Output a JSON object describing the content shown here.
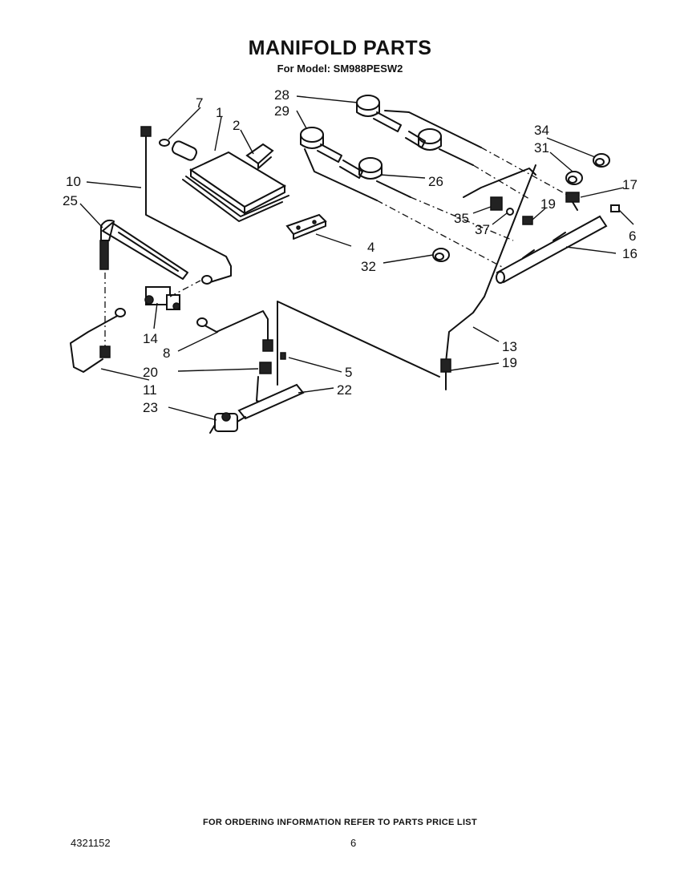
{
  "header": {
    "title": "MANIFOLD PARTS",
    "subtitle": "For Model: SM988PESW2"
  },
  "callouts": [
    {
      "id": "c1",
      "text": "1"
    },
    {
      "id": "c2",
      "text": "2"
    },
    {
      "id": "c4",
      "text": "4"
    },
    {
      "id": "c5",
      "text": "5"
    },
    {
      "id": "c6",
      "text": "6"
    },
    {
      "id": "c7",
      "text": "7"
    },
    {
      "id": "c8",
      "text": "8"
    },
    {
      "id": "c10",
      "text": "10"
    },
    {
      "id": "c11",
      "text": "11"
    },
    {
      "id": "c13",
      "text": "13"
    },
    {
      "id": "c14",
      "text": "14"
    },
    {
      "id": "c16",
      "text": "16"
    },
    {
      "id": "c17",
      "text": "17"
    },
    {
      "id": "c19a",
      "text": "19"
    },
    {
      "id": "c19b",
      "text": "19"
    },
    {
      "id": "c20",
      "text": "20"
    },
    {
      "id": "c22",
      "text": "22"
    },
    {
      "id": "c23",
      "text": "23"
    },
    {
      "id": "c25",
      "text": "25"
    },
    {
      "id": "c26",
      "text": "26"
    },
    {
      "id": "c28",
      "text": "28"
    },
    {
      "id": "c29",
      "text": "29"
    },
    {
      "id": "c31",
      "text": "31"
    },
    {
      "id": "c32",
      "text": "32"
    },
    {
      "id": "c34",
      "text": "34"
    },
    {
      "id": "c35",
      "text": "35"
    },
    {
      "id": "c37",
      "text": "37"
    }
  ],
  "footer": {
    "note": "FOR ORDERING INFORMATION REFER TO PARTS PRICE LIST",
    "doc_number": "4321152",
    "page_number": "6"
  }
}
